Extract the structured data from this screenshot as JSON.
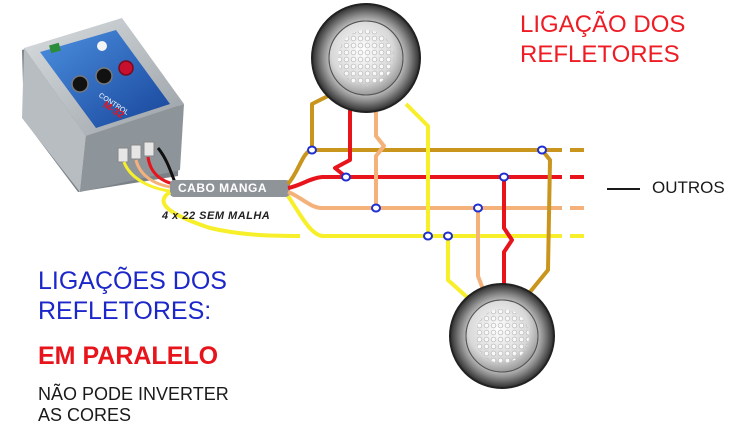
{
  "header": {
    "title_line1": "LIGAÇÃO DOS",
    "title_line2": "REFLETORES"
  },
  "control_box": {
    "brand": "CONTROL",
    "model": "M-32"
  },
  "cable": {
    "label": "CABO MANGA",
    "description": "4 x 22 SEM MALHA"
  },
  "outros_label": "OUTROS",
  "notes": {
    "line1": "LIGAÇÕES DOS",
    "line2": "REFLETORES:",
    "parallel": "EM PARALELO",
    "warning_line1": "NÃO PODE INVERTER",
    "warning_line2": "AS CORES"
  },
  "colors": {
    "title_red": "#ee1c24",
    "note_blue": "#1c27c9",
    "wire_brown": "#c9951c",
    "wire_red": "#e8141b",
    "wire_peach": "#f4b27a",
    "wire_yellow": "#f7ef2a",
    "junction_blue": "#1e2fd0"
  }
}
